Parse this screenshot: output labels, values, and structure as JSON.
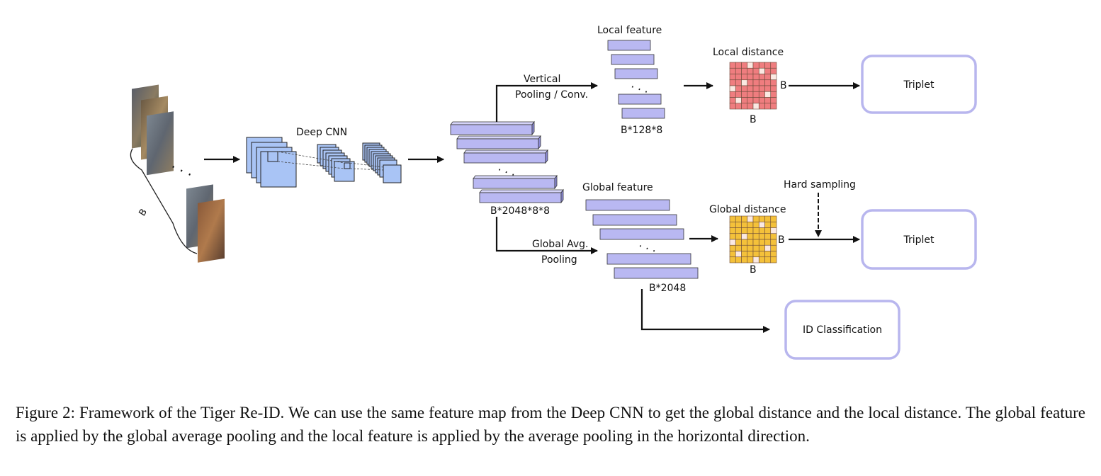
{
  "diagram": {
    "deep_cnn_label": "Deep CNN",
    "batch_label": "B",
    "feature_map_shape": "B*2048*8*8",
    "vertical_pooling_line1": "Vertical",
    "vertical_pooling_line2": "Pooling / Conv.",
    "global_pooling_line1": "Global Avg.",
    "global_pooling_line2": "Pooling",
    "local_feature_label": "Local feature",
    "local_feature_shape": "B*128*8",
    "global_feature_label": "Global feature",
    "global_feature_shape": "B*2048",
    "local_distance_label": "Local distance",
    "global_distance_label": "Global distance",
    "matrix_row_label": "B",
    "matrix_col_label": "B",
    "hard_sampling_label": "Hard sampling",
    "triplet_top_label": "Triplet",
    "triplet_bottom_label": "Triplet",
    "id_classification_label": "ID Classification",
    "colors": {
      "feature_bar": "#b9b8f2",
      "cnn_block": "#a9c4f5",
      "local_matrix": "#ef7d7f",
      "global_matrix": "#f4c13a",
      "output_box_border": "#b8b6ee"
    }
  },
  "caption": {
    "text": "Figure 2: Framework of the Tiger Re-ID. We can use the same feature map from the Deep CNN to get the global distance and the local distance. The global feature is applied by the global average pooling and the local feature is applied by the average pooling in the horizontal direction."
  }
}
